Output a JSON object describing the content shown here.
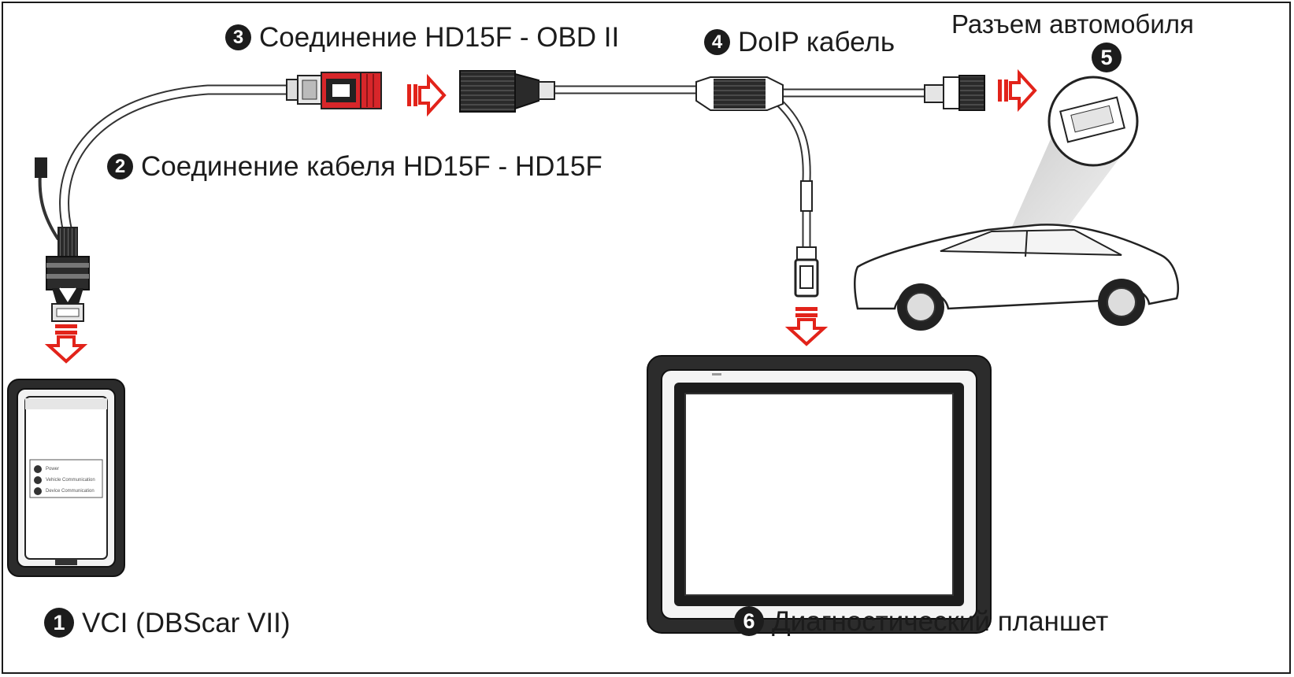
{
  "labels": {
    "step1": {
      "number": "1",
      "text": "VCI (DBScar VII)"
    },
    "step2": {
      "number": "2",
      "text": "Соединение кабеля HD15F - HD15F"
    },
    "step3": {
      "number": "3",
      "text": "Соединение HD15F - OBD II"
    },
    "step4": {
      "number": "4",
      "text": "DoIP кабель"
    },
    "step5": {
      "number": "5",
      "text": "Разъем автомобиля"
    },
    "step6": {
      "number": "6",
      "text": "Диагностический планшет"
    }
  },
  "vci_panel": {
    "line1": "Power",
    "line2": "Vehicle Communication",
    "line3": "Device Communication"
  },
  "colors": {
    "arrow": "#e2231a",
    "ink": "#1c1c1c",
    "connector_red": "#d7262a"
  }
}
